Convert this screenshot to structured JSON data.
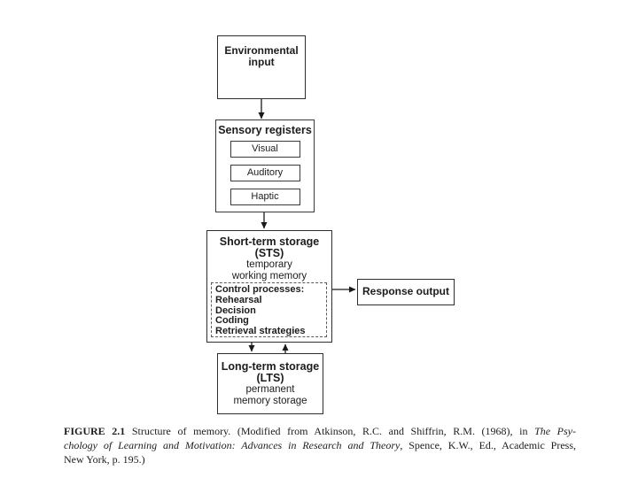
{
  "diagram": {
    "env_input": {
      "line1": "Environmental",
      "line2": "input"
    },
    "sensory": {
      "title": "Sensory registers",
      "items": [
        "Visual",
        "Auditory",
        "Haptic"
      ]
    },
    "sts": {
      "title1": "Short-term storage",
      "title2": "(STS)",
      "sub1": "temporary",
      "sub2": "working memory",
      "control": {
        "title": "Control processes:",
        "items": [
          "Rehearsal",
          "Decision",
          "Coding",
          "Retrieval strategies"
        ]
      }
    },
    "response": {
      "label": "Response output"
    },
    "lts": {
      "title1": "Long-term storage",
      "title2": "(LTS)",
      "sub1": "permanent",
      "sub2": "memory storage"
    }
  },
  "caption": {
    "line1_bold": "FIGURE 2.1",
    "line1_normal": "  Structure of memory. (Modified from Atkinson, R.C. and Shiffrin, R.M. (1968), in ",
    "line1_italic": "The Psy-",
    "line2_italic": "chology of Learning and Motivation: Advances in Research and Theory",
    "line2_normal": ", Spence, K.W., Ed., Academic Press,",
    "line3_normal": "New York, p. 195.)"
  },
  "colors": {
    "ink": "#1c1c1c",
    "border": "#2e2e2e",
    "background": "#ffffff"
  }
}
